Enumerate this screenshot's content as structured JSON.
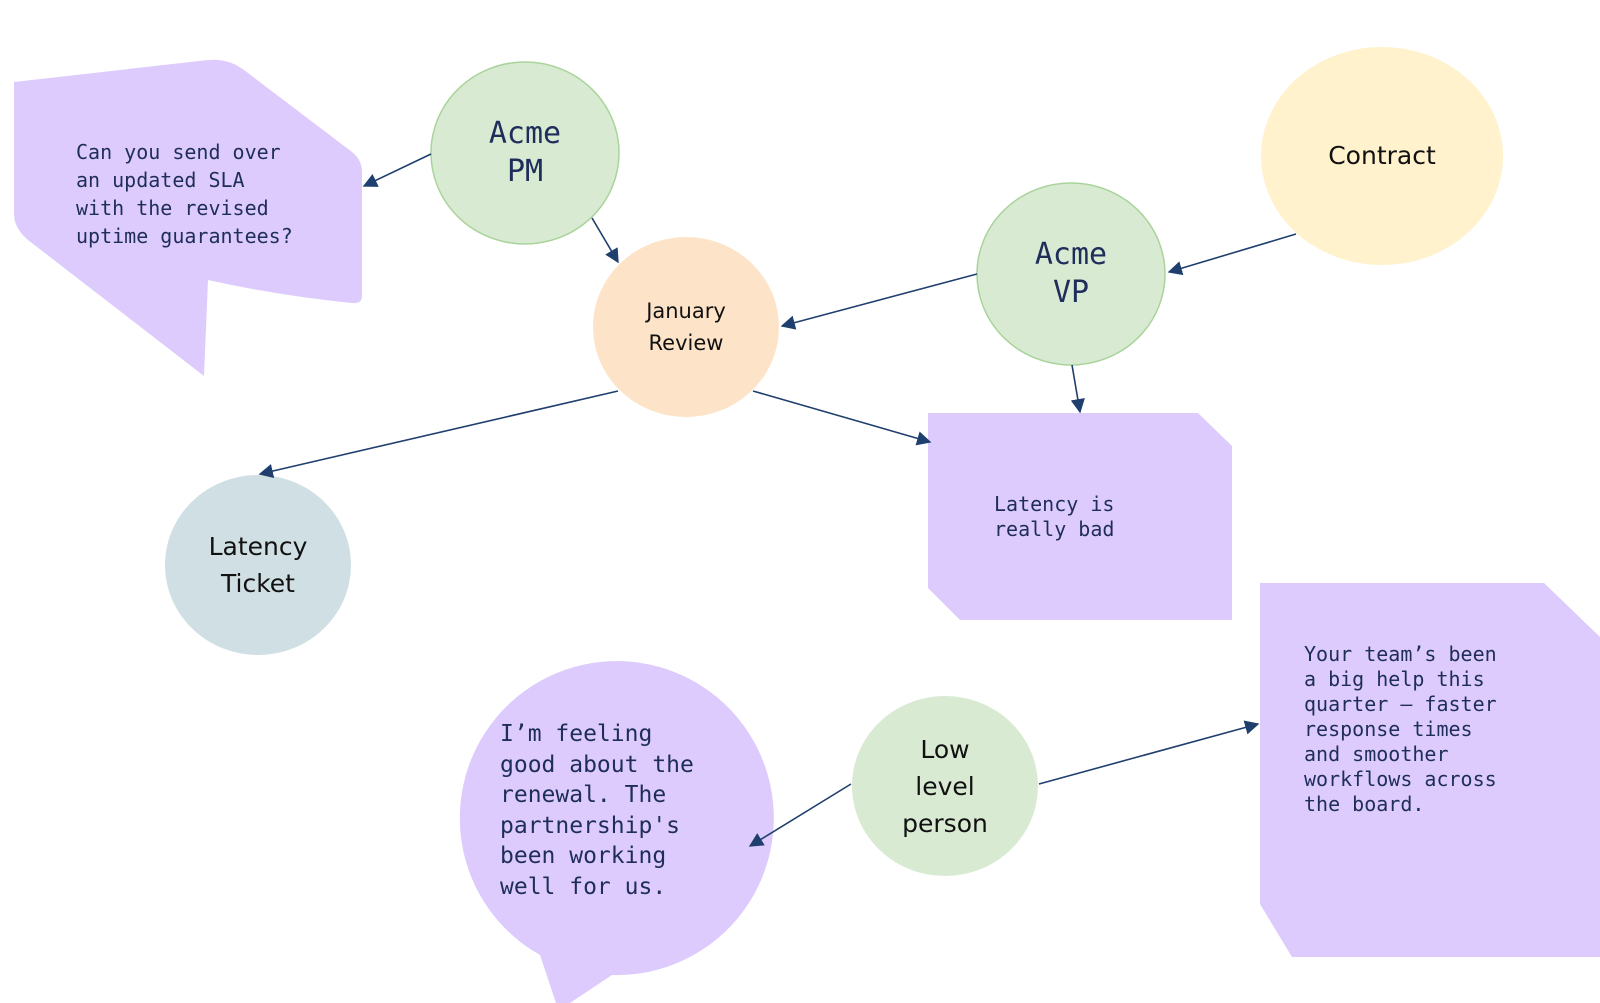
{
  "nodes": {
    "acme_pm": {
      "label": "Acme\nPM",
      "fill": "#d9ead3",
      "stroke": "#a8d49a"
    },
    "acme_vp": {
      "label": "Acme\nVP",
      "fill": "#d9ead3",
      "stroke": "#a8d49a"
    },
    "contract": {
      "label": "Contract",
      "fill": "#fff2cc"
    },
    "january_review": {
      "label": "January\nReview",
      "fill": "#fde3c8"
    },
    "latency_ticket": {
      "label": "Latency\nTicket",
      "fill": "#d0dfe3"
    },
    "low_level_person": {
      "label": "Low\nlevel\nperson",
      "fill": "#d9ead3"
    }
  },
  "notes": {
    "sla_request": {
      "text": "Can you send over\nan updated SLA\nwith the revised\nuptime guarantees?",
      "fill": "#dccbfc"
    },
    "latency_note": {
      "text": "Latency is\nreally bad",
      "fill": "#dccbfc"
    },
    "renewal_note": {
      "text": "I’m feeling\ngood about the\nrenewal. The\npartnership's\nbeen working\nwell for us.",
      "fill": "#dccbfc"
    },
    "team_note": {
      "text": "Your team’s been\na big help this\nquarter — faster\nresponse times\nand smoother\nworkflows across\nthe board.",
      "fill": "#dccbfc"
    }
  },
  "colors": {
    "arrow": "#1f3f6e"
  }
}
